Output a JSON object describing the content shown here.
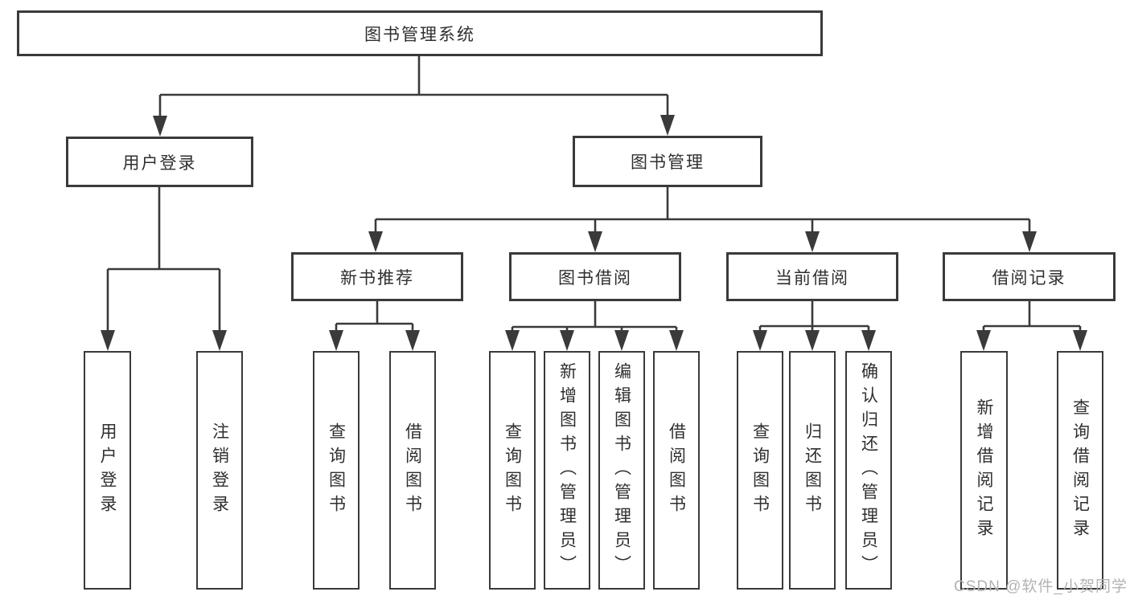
{
  "root": {
    "label": "图书管理系统"
  },
  "branches": [
    {
      "label": "用户登录",
      "leaves": [
        "用户登录",
        "注销登录"
      ]
    },
    {
      "label": "图书管理",
      "groups": [
        {
          "label": "新书推荐",
          "leaves": [
            "查询图书",
            "借阅图书"
          ]
        },
        {
          "label": "图书借阅",
          "leaves": [
            "查询图书",
            "新增图书（管理员）",
            "编辑图书（管理员）",
            "借阅图书"
          ]
        },
        {
          "label": "当前借阅",
          "leaves": [
            "查询图书",
            "归还图书",
            "确认归还（管理员）"
          ]
        },
        {
          "label": "借阅记录",
          "leaves": [
            "新增借阅记录",
            "查询借阅记录"
          ]
        }
      ]
    }
  ],
  "watermark": "CSDN @软件_小贺同学",
  "colors": {
    "line": "#3a3a3c",
    "text": "#2f2f31",
    "watermark": "#b3b3b3",
    "background": "#ffffff"
  }
}
